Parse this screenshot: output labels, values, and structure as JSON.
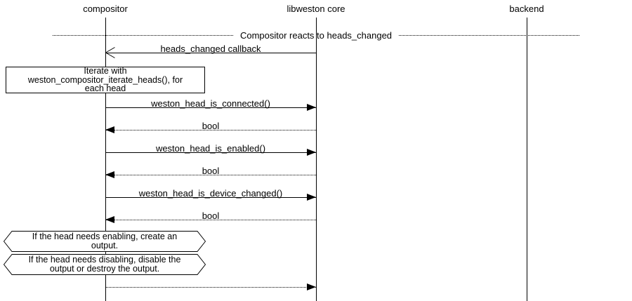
{
  "colors": {
    "background": "#ffffff",
    "line": "#000000",
    "text": "#000000"
  },
  "actors": [
    {
      "label": "compositor"
    },
    {
      "label": "libweston core"
    },
    {
      "label": "backend"
    }
  ],
  "divider": {
    "label": "Compositor reacts to heads_changed"
  },
  "note": {
    "lines": [
      "Iterate with",
      "weston_compositor_iterate_heads(), for",
      "each head"
    ]
  },
  "messages": [
    {
      "label": "heads_changed callback",
      "from": "libweston core",
      "to": "compositor",
      "line": "solid",
      "arrowhead": "open"
    },
    {
      "label": "weston_head_is_connected()",
      "from": "compositor",
      "to": "libweston core",
      "line": "solid",
      "arrowhead": "filled"
    },
    {
      "label": "bool",
      "from": "libweston core",
      "to": "compositor",
      "line": "dotted",
      "arrowhead": "filled"
    },
    {
      "label": "weston_head_is_enabled()",
      "from": "compositor",
      "to": "libweston core",
      "line": "solid",
      "arrowhead": "filled"
    },
    {
      "label": "bool",
      "from": "libweston core",
      "to": "compositor",
      "line": "dotted",
      "arrowhead": "filled"
    },
    {
      "label": "weston_head_is_device_changed()",
      "from": "compositor",
      "to": "libweston core",
      "line": "solid",
      "arrowhead": "filled"
    },
    {
      "label": "bool",
      "from": "libweston core",
      "to": "compositor",
      "line": "dotted",
      "arrowhead": "filled"
    },
    {
      "label": "",
      "from": "compositor",
      "to": "libweston core",
      "line": "dotted",
      "arrowhead": "filled"
    }
  ],
  "conditions": [
    {
      "lines": [
        "If the head needs enabling, create an",
        "output."
      ]
    },
    {
      "lines": [
        "If the head needs disabling, disable the",
        "output or destroy the output."
      ]
    }
  ]
}
